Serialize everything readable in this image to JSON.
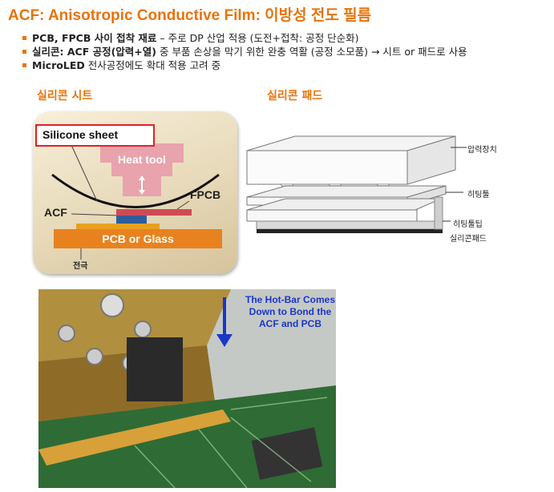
{
  "title": "ACF: Anisotropic Conductive Film: 이방성 전도 필름",
  "bullets": [
    {
      "bold": "PCB, FPCB 사이 접착 재료",
      "rest": " – 주로 DP 산업 적용 (도전+접착: 공정 단순화)"
    },
    {
      "bold": "실리콘: ACF 공정(압력+열)",
      "rest": " 중 부품 손상을 막기 위한 완충 역활 (공정 소모품)  → 시트 or 패드로 사용"
    },
    {
      "bold": "MicroLED",
      "rest": " 전사공정에도 확대 적용 고려 중"
    }
  ],
  "section_sheet": "실리콘 시트",
  "section_pad": "실리콘 패드",
  "sheet_diagram": {
    "silicone_sheet": "Silicone sheet",
    "heat_tool": "Heat tool",
    "fpcb": "FPCB",
    "acf": "ACF",
    "pcb": "PCB or Glass",
    "electrode": "전극"
  },
  "pad_diagram": {
    "press": "압력장치",
    "heating_tool": "히팅툴",
    "heating_tip": "히팅툴팁",
    "silicone_pad": "실리콘패드"
  },
  "photo_caption": "The Hot-Bar Comes Down to Bond the ACF and PCB",
  "colors": {
    "accent": "#e8730c",
    "heat_tool": "#e8a3ac",
    "fpcb": "#d04a55",
    "acf": "#2f5d9c",
    "pcb": "#e8821e",
    "caption": "#1a36c9"
  }
}
